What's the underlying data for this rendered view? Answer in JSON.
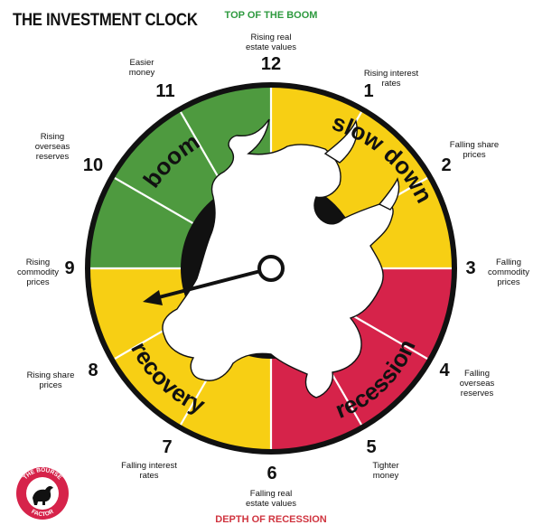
{
  "title": "THE INVESTMENT CLOCK",
  "top_caption": "TOP OF THE BOOM",
  "bottom_caption": "DEPTH OF RECESSION",
  "phases": {
    "boom": "boom",
    "slow_down": "slow down",
    "recession": "recession",
    "recovery": "recovery"
  },
  "colors": {
    "boom": "#4e9a3f",
    "slow_down": "#f7cf14",
    "recession": "#d6234a",
    "recovery": "#f7cf14",
    "rim": "#111111"
  },
  "hours": [
    {
      "number": "12",
      "line1": "Rising real",
      "line2": "estate values"
    },
    {
      "number": "1",
      "line1": "Rising interest",
      "line2": "rates"
    },
    {
      "number": "2",
      "line1": "Falling share",
      "line2": "prices"
    },
    {
      "number": "3",
      "line1": "Falling",
      "line2": "commodity",
      "line3": "prices"
    },
    {
      "number": "4",
      "line1": "Falling",
      "line2": "overseas",
      "line3": "reserves"
    },
    {
      "number": "5",
      "line1": "Tighter",
      "line2": "money"
    },
    {
      "number": "6",
      "line1": "Falling real",
      "line2": "estate values"
    },
    {
      "number": "7",
      "line1": "Falling interest",
      "line2": "rates"
    },
    {
      "number": "8",
      "line1": "Rising share",
      "line2": "prices"
    },
    {
      "number": "9",
      "line1": "Rising",
      "line2": "commodity",
      "line3": "prices"
    },
    {
      "number": "10",
      "line1": "Rising",
      "line2": "overseas",
      "line3": "reserves"
    },
    {
      "number": "11",
      "line1": "Easier",
      "line2": "money"
    }
  ],
  "logo": {
    "top_text": "THE BOURSE",
    "bottom_text": "FACTOR"
  }
}
